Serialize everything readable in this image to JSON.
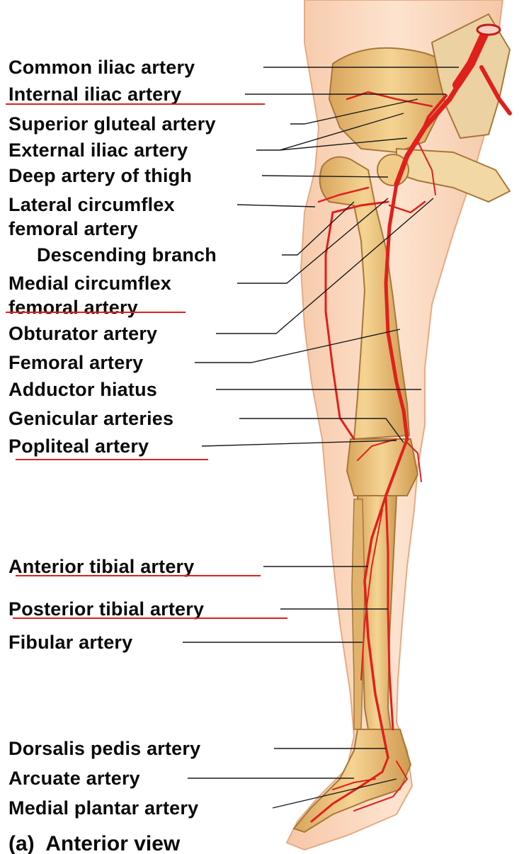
{
  "figure": {
    "caption": "(a)  Anterior view",
    "labels": [
      "Common iliac artery",
      "Internal iliac artery",
      "Superior gluteal artery",
      "External iliac artery",
      "Deep artery of thigh",
      "Lateral circumflex",
      "femoral artery",
      "Descending branch",
      "Medial circumflex",
      "femoral artery",
      "Obturator artery",
      "Femoral artery",
      "Adductor hiatus",
      "Genicular arteries",
      "Popliteal artery",
      "Anterior tibial artery",
      "Posterior tibial artery",
      "Fibular artery",
      "Dorsalis pedis artery",
      "Arcuate artery",
      "Medial plantar artery"
    ],
    "underlined_labels": [
      "Internal iliac artery",
      "Medial circumflex femoral artery",
      "Popliteal artery",
      "Anterior tibial artery",
      "Posterior tibial artery"
    ],
    "colors": {
      "artery": "#e0201c",
      "bone": "#e9c27e",
      "skin": "#fbd9c0",
      "underline": "#e02020",
      "text": "#0a0a0a"
    }
  }
}
